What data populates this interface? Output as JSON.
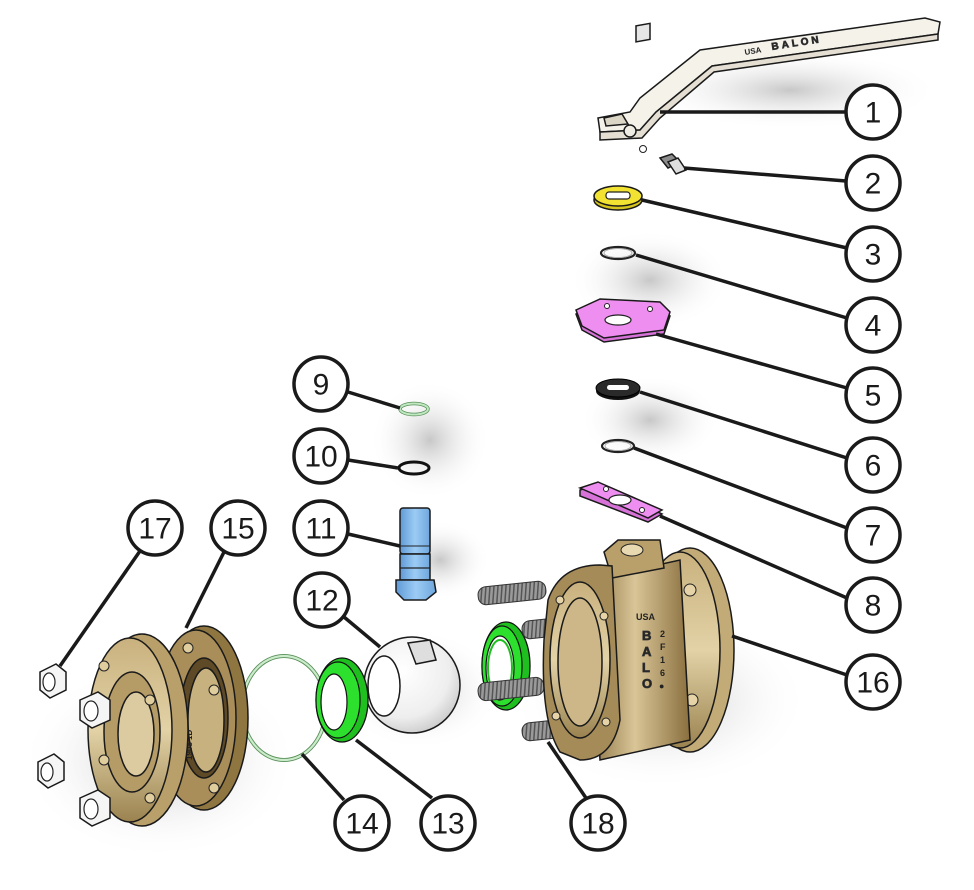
{
  "diagram": {
    "type": "exploded-view parts diagram",
    "subject": "flanged ball valve assembly",
    "colors": {
      "bronze": "#a88c5a",
      "bronze_light": "#d8c49a",
      "bronze_dark": "#7a6236",
      "handle": "#f4f1ea",
      "yellow_washer": "#f2e232",
      "pink_plate": "#ee8ef0",
      "black_seal": "#1e1e1e",
      "green_seat": "#2ee02e",
      "light_green_oring": "#bfe8c0",
      "stem_blue": "#7fb8ec",
      "ball_white": "#f7f7f7",
      "stud_gray": "#8a8a8a",
      "callout_stroke": "#1a1a1a"
    },
    "markings": {
      "handle_usa": "USA",
      "handle_brand": "BALON",
      "body_usa": "USA",
      "body_brand_letters": [
        "B",
        "A",
        "L",
        "O"
      ],
      "body_code": [
        "2",
        "F",
        "1",
        "6",
        "●"
      ],
      "end_flange_code": "1908 1D"
    },
    "callouts": [
      {
        "id": "1",
        "label": "1",
        "part": "handle"
      },
      {
        "id": "2",
        "label": "2",
        "part": "handle bolt"
      },
      {
        "id": "3",
        "label": "3",
        "part": "yellow washer"
      },
      {
        "id": "4",
        "label": "4",
        "part": "retaining ring"
      },
      {
        "id": "5",
        "label": "5",
        "part": "stop plate (pink)"
      },
      {
        "id": "6",
        "label": "6",
        "part": "black packing"
      },
      {
        "id": "7",
        "label": "7",
        "part": "retaining ring"
      },
      {
        "id": "8",
        "label": "8",
        "part": "gland plate (pink)"
      },
      {
        "id": "9",
        "label": "9",
        "part": "green o-ring"
      },
      {
        "id": "10",
        "label": "10",
        "part": "black o-ring"
      },
      {
        "id": "11",
        "label": "11",
        "part": "stem (blue)"
      },
      {
        "id": "12",
        "label": "12",
        "part": "ball"
      },
      {
        "id": "13",
        "label": "13",
        "part": "seat (green)"
      },
      {
        "id": "14",
        "label": "14",
        "part": "body gasket"
      },
      {
        "id": "15",
        "label": "15",
        "part": "end flange"
      },
      {
        "id": "16",
        "label": "16",
        "part": "valve body"
      },
      {
        "id": "17",
        "label": "17",
        "part": "hex nuts"
      },
      {
        "id": "18",
        "label": "18",
        "part": "studs"
      }
    ]
  }
}
